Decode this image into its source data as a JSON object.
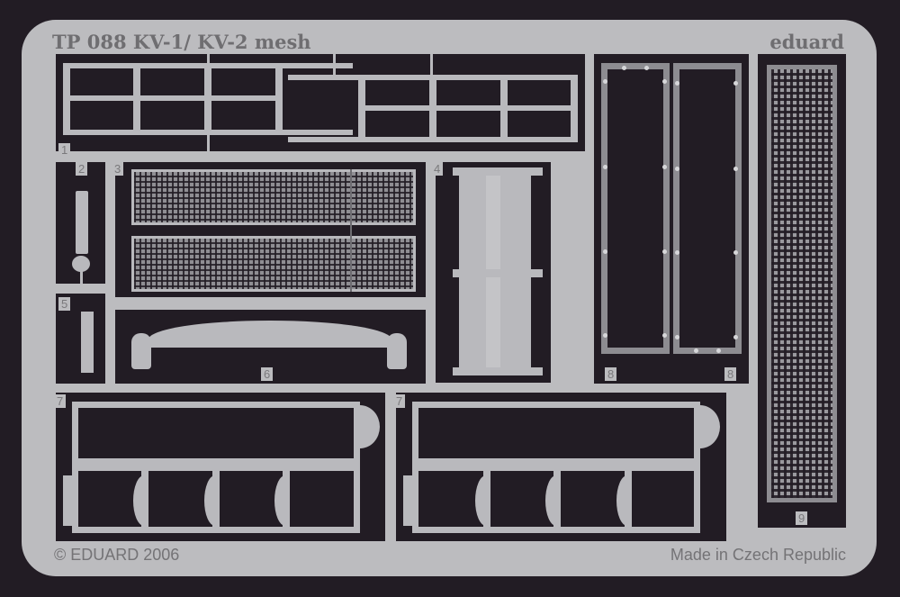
{
  "sheet": {
    "title": "TP 088  KV-1/ KV-2 mesh",
    "brand": "eduard",
    "copyright": "© EDUARD 2006",
    "origin": "Made in Czech Republic",
    "colors": {
      "background": "#221c24",
      "metal": "#bcbcbf",
      "text": "#6f6e71"
    }
  },
  "parts": [
    {
      "id": "1",
      "label": "1",
      "name": "upper-frame-grille"
    },
    {
      "id": "2",
      "label": "2",
      "name": "small-rod-part"
    },
    {
      "id": "3",
      "label": "3",
      "name": "mesh-panels-pair"
    },
    {
      "id": "4",
      "label": "4",
      "name": "hinged-door-panel"
    },
    {
      "id": "5",
      "label": "5",
      "name": "small-strip-part"
    },
    {
      "id": "6",
      "label": "6",
      "name": "toothed-saw-blade"
    },
    {
      "id": "7a",
      "label": "7",
      "name": "box-frame-left"
    },
    {
      "id": "7b",
      "label": "7",
      "name": "box-frame-right"
    },
    {
      "id": "8a",
      "label": "8",
      "name": "riveted-frame-left"
    },
    {
      "id": "8b",
      "label": "8",
      "name": "riveted-frame-right"
    },
    {
      "id": "9",
      "label": "9",
      "name": "tall-mesh-screen"
    }
  ]
}
